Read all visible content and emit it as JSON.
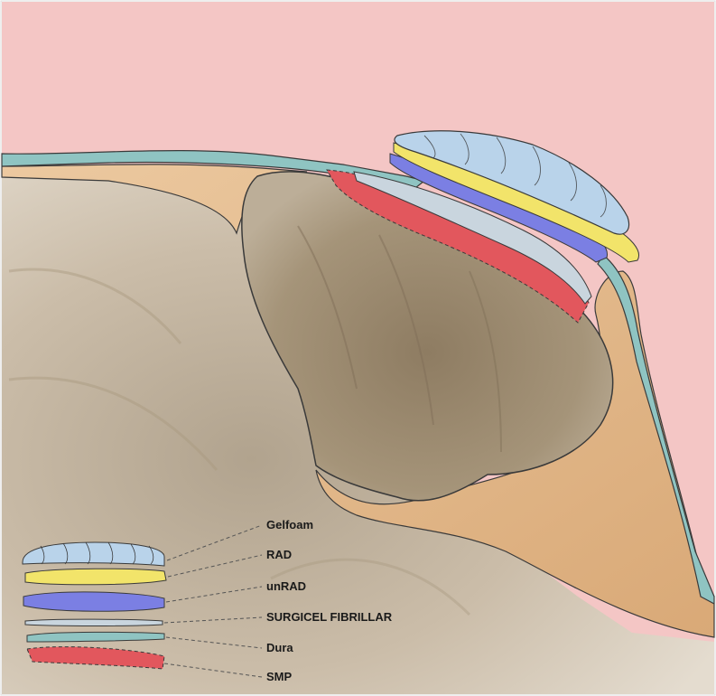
{
  "legend": {
    "items": [
      {
        "key": "gelfoam",
        "label": "Gelfoam",
        "color": "#b9d3ea"
      },
      {
        "key": "rad",
        "label": "RAD",
        "color": "#f2e46a"
      },
      {
        "key": "unrad",
        "label": "unRAD",
        "color": "#7b7fe3"
      },
      {
        "key": "surgicel",
        "label": "SURGICEL FIBRILLAR",
        "color": "#c8d3db"
      },
      {
        "key": "dura",
        "label": "Dura",
        "color": "#8fc4c2"
      },
      {
        "key": "smp",
        "label": "SMP",
        "color": "#e2575d"
      }
    ]
  },
  "colors": {
    "background": "#f4c7c6",
    "bone": "#e2b98f",
    "brain": "#c9bba7",
    "tumor": "#9c8a70",
    "dura": "#8fc4c2",
    "outline": "#3a3a3a"
  }
}
